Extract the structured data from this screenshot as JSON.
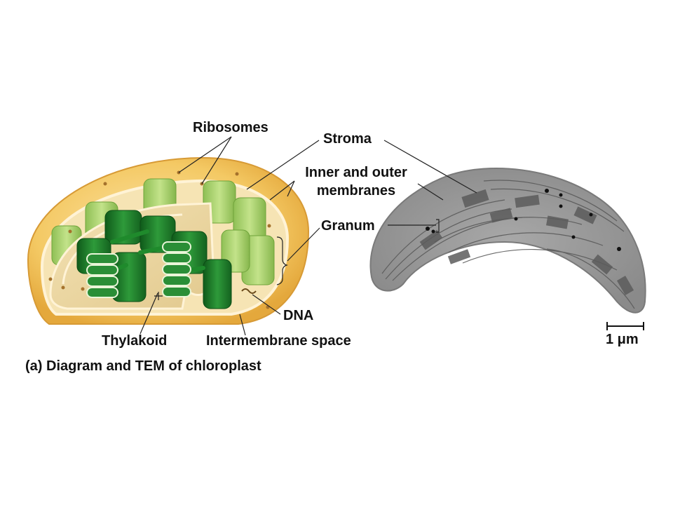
{
  "labels": {
    "ribosomes": "Ribosomes",
    "stroma": "Stroma",
    "membranes_line1": "Inner and outer",
    "membranes_line2": "membranes",
    "granum": "Granum",
    "dna": "DNA",
    "thylakoid": "Thylakoid",
    "intermembrane": "Intermembrane space",
    "scale": "1 μm"
  },
  "caption": "(a) Diagram and TEM of chloroplast",
  "colors": {
    "outer_membrane": "#f2c56a",
    "inner_membrane": "#f7e6b8",
    "stroma": "#ead8a6",
    "granum_dark": "#1f7a2a",
    "granum_light": "#7fbf45",
    "tem_gray": "#9a9a9a"
  }
}
